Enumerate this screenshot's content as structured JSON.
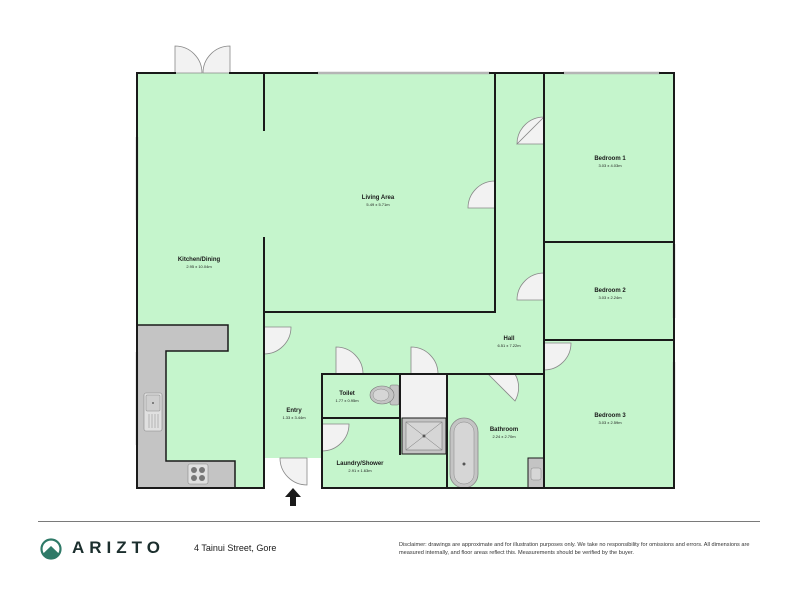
{
  "colors": {
    "room_fill": "#c5f5cc",
    "wall": "#1a1a1a",
    "fixture": "#c4c4c4",
    "door_fill": "#f2f2f2",
    "brand_dark": "#1b2e2d",
    "brand_teal": "#2f7a68"
  },
  "rooms": [
    {
      "name": "Kitchen/Dining",
      "dimensions": "2.95 x 10.04m"
    },
    {
      "name": "Living Area",
      "dimensions": "5.49 x 5.71m"
    },
    {
      "name": "Bedroom 1",
      "dimensions": "3.03 x 4.03m"
    },
    {
      "name": "Bedroom 2",
      "dimensions": "3.03 x 2.24m"
    },
    {
      "name": "Hall",
      "dimensions": "6.51 x 7.22m"
    },
    {
      "name": "Bedroom 3",
      "dimensions": "3.03 x 2.59m"
    },
    {
      "name": "Toilet",
      "dimensions": "1.77 x 0.95m"
    },
    {
      "name": "Entry",
      "dimensions": "1.33 x 3.44m"
    },
    {
      "name": "Bathroom",
      "dimensions": "2.24 x 2.70m"
    },
    {
      "name": "Laundry/Shower",
      "dimensions": "2.91 x 1.63m"
    }
  ],
  "footer": {
    "brand": "ARIZTO",
    "logo_icon": "mountain-circle-icon",
    "address": "4 Tainui Street, Gore",
    "disclaimer": "Disclaimer: drawings are approximate and for illustration purposes only. We take no responsibility for omissions and errors. All dimensions are measured internally, and floor areas reflect this. Measurements should be verified by the buyer."
  },
  "entry_marker": "up-arrow-icon"
}
